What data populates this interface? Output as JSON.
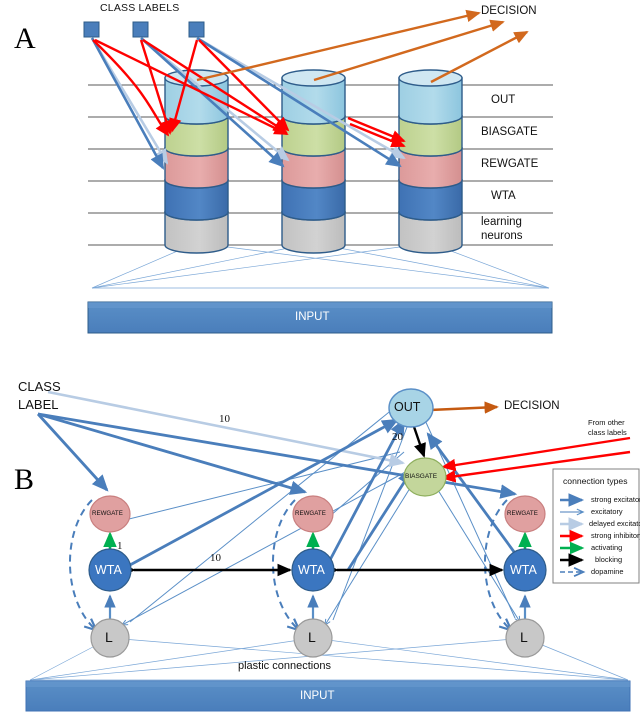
{
  "figure": {
    "panel_a_letter": "A",
    "panel_b_letter": "B"
  },
  "panel_a": {
    "class_labels_title": "CLASS LABELS",
    "decision_label": "DECISION",
    "input_bar_label": "INPUT",
    "tier_labels": [
      "OUT",
      "BIASGATE",
      "REWGATE",
      "WTA",
      "learning",
      "neurons"
    ],
    "tier_rows": [
      "OUT",
      "BIASGATE",
      "REWGATE",
      "WTA",
      "learning neurons"
    ],
    "columns": 3,
    "class_label_squares": 3,
    "layer_colors": {
      "out": "#a8d4e6",
      "biasgate": "#c3d69b",
      "rewgate": "#e0a0a0",
      "wta": "#4a7ebb",
      "learning": "#c8c8c8",
      "cylinder_stroke": "#2e5c8a",
      "gridline": "#595959",
      "input_bar": "#4a7ebb",
      "input_bar_stroke": "#2e5c8a",
      "class_square": "#4a7ebb"
    },
    "arrow_colors": {
      "decision": "#d2691e",
      "strong_inhibitory": "#ff0000",
      "strong_excitatory": "#4a7ebb",
      "delayed_excitatory": "#b8cce4",
      "plastic": "#7ba7d7"
    }
  },
  "panel_b": {
    "class_label_text": "CLASS\nLABEL",
    "class_label_line1": "CLASS",
    "class_label_line2": "LABEL",
    "decision_label": "DECISION",
    "from_other_line1": "From other",
    "from_other_line2": "class labels",
    "plastic_connections_label": "plastic connections",
    "input_bar_label": "INPUT",
    "weights": {
      "class_to_biasgate": "10",
      "out_to_biasgate": "20",
      "wta_to_rewgate": "1",
      "wta_to_wta": "10"
    },
    "nodes": {
      "out": "OUT",
      "biasgate": "BIASGATE",
      "rewgate": "REWGATE",
      "wta": "WTA",
      "learning": "L"
    },
    "columns": [
      {
        "rewgate": "REWGATE",
        "wta": "WTA",
        "learning": "L"
      },
      {
        "rewgate": "REWGATE",
        "wta": "WTA",
        "learning": "L"
      },
      {
        "rewgate": "REWGATE",
        "wta": "WTA",
        "learning": "L"
      }
    ],
    "node_colors": {
      "out": "#a8d4e6",
      "biasgate": "#c3d69b",
      "rewgate": "#e0a0a0",
      "wta": "#3b76c0",
      "learning": "#c8c8c8",
      "stroke": "#5a8fc7"
    },
    "legend": {
      "title": "connection types",
      "items": [
        {
          "label": "strong excitatory",
          "color": "#4a7ebb",
          "style": "thick-solid"
        },
        {
          "label": "excitatory",
          "color": "#4a7ebb",
          "style": "thin-solid"
        },
        {
          "label": "delayed excitatory",
          "color": "#b8cce4",
          "style": "thick-solid"
        },
        {
          "label": "strong inhibitory",
          "color": "#ff0000",
          "style": "thick-solid"
        },
        {
          "label": "activating",
          "color": "#00b050",
          "style": "thick-solid"
        },
        {
          "label": "blocking",
          "color": "#000000",
          "style": "thick-solid"
        },
        {
          "label": "dopamine",
          "color": "#4a7ebb",
          "style": "dashed"
        }
      ]
    }
  }
}
